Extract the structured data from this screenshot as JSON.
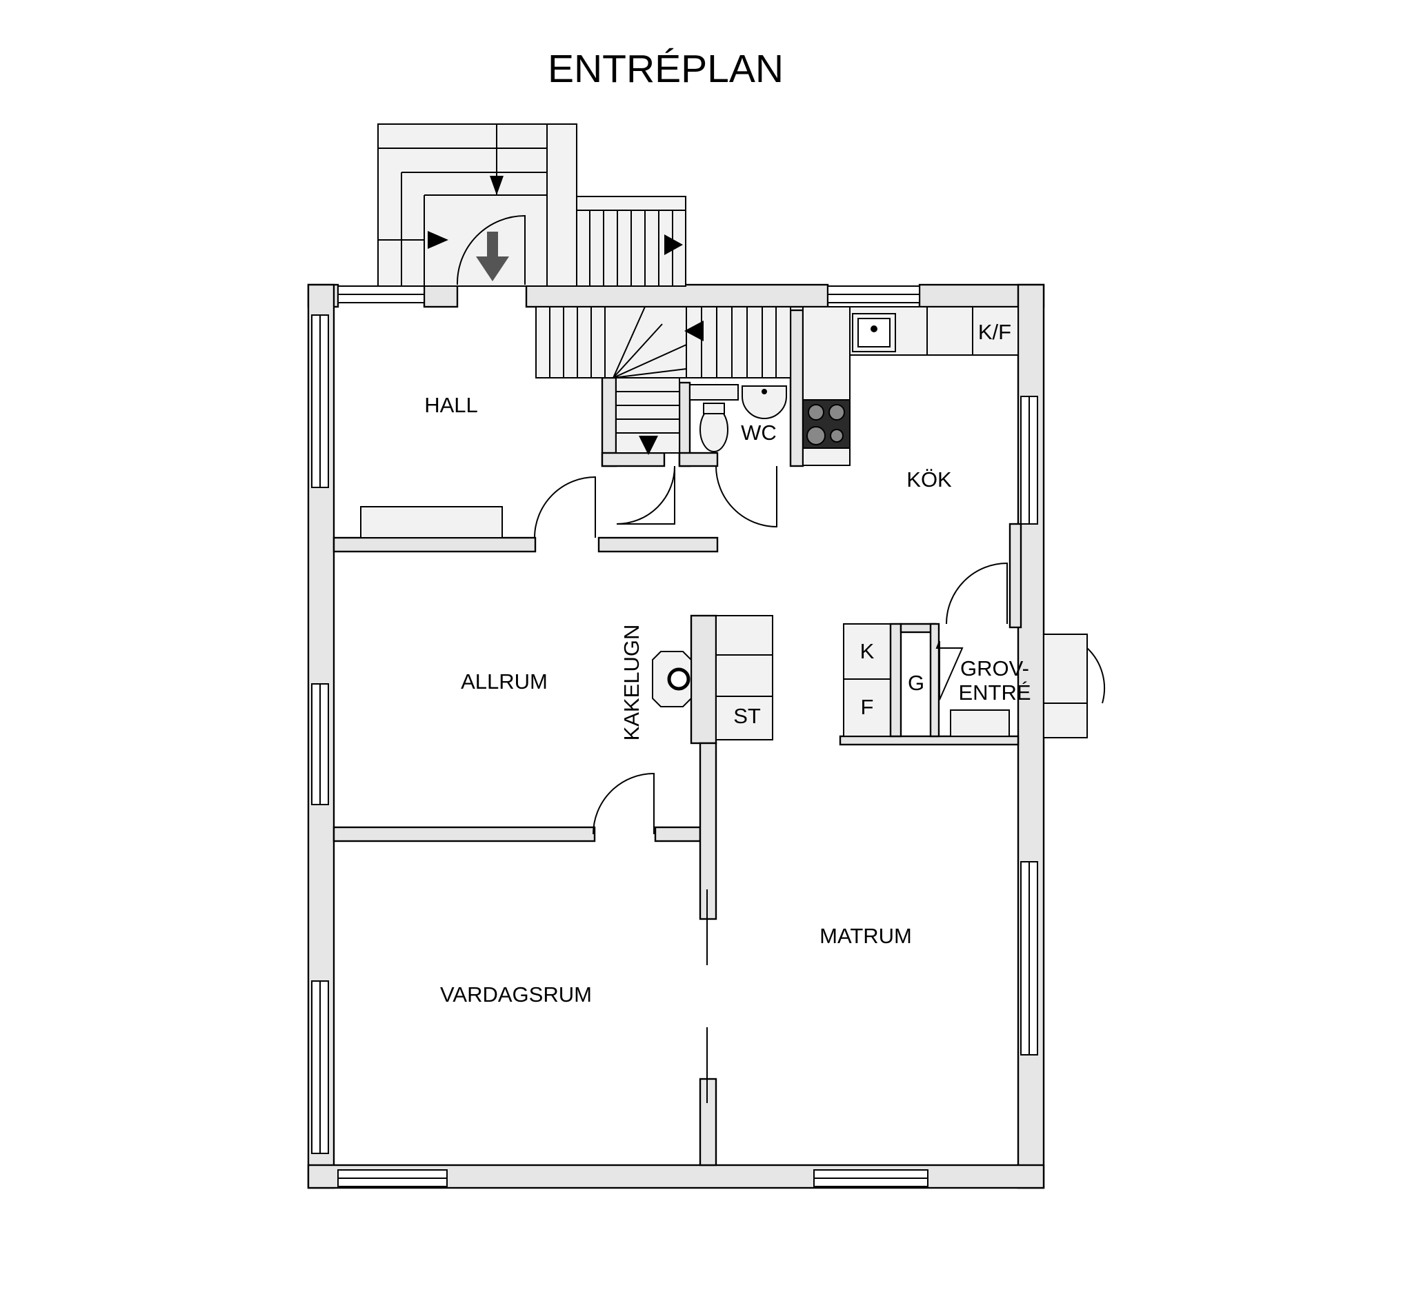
{
  "title": "ENTRÉPLAN",
  "rooms": {
    "hall": "HALL",
    "wc": "WC",
    "kok": "KÖK",
    "kf": "K/F",
    "allrum": "ALLRUM",
    "kakelugn": "KAKELUGN",
    "st": "ST",
    "k": "K",
    "f": "F",
    "g": "G",
    "grov1": "GROV-",
    "grov2": "ENTRÉ",
    "matrum": "MATRUM",
    "vardagsrum": "VARDAGSRUM"
  },
  "colors": {
    "wall": "#e6e6e6",
    "fixture": "#f2f2f2",
    "line": "#000000",
    "arrow": "#555555"
  },
  "icons": [
    "stair-arrow-icon",
    "entrance-arrow-icon",
    "sink-icon",
    "toilet-icon",
    "washbasin-icon",
    "stove-icon",
    "tiled-stove-icon"
  ]
}
